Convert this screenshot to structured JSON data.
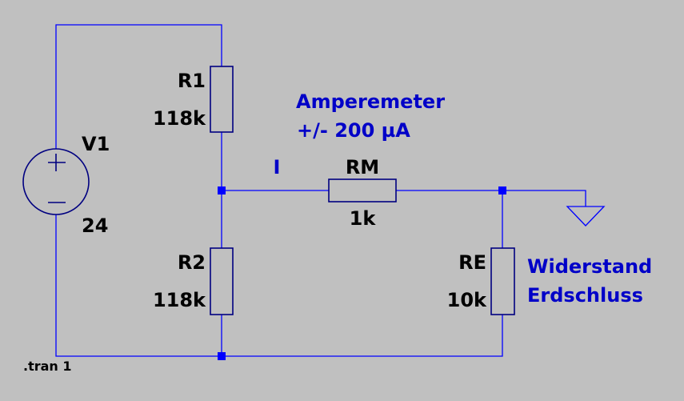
{
  "schematic": {
    "components": {
      "V1": {
        "name": "V1",
        "value": "24",
        "type": "voltage-source"
      },
      "R1": {
        "name": "R1",
        "value": "118k",
        "type": "resistor"
      },
      "R2": {
        "name": "R2",
        "value": "118k",
        "type": "resistor"
      },
      "RM": {
        "name": "RM",
        "value": "1k",
        "type": "resistor"
      },
      "RE": {
        "name": "RE",
        "value": "10k",
        "type": "resistor"
      }
    },
    "net_labels": {
      "current": "I"
    },
    "comments": {
      "ammeter_line1": "Amperemeter",
      "ammeter_line2": "+/- 200 µA",
      "earth_line1": "Widerstand",
      "earth_line2": "Erdschluss"
    },
    "directive": ".tran 1",
    "colors": {
      "background": "#c0c0c0",
      "wire": "#0000ff",
      "component_outline": "#000080",
      "comment_text": "#0000c8",
      "label_text": "#000000"
    }
  }
}
